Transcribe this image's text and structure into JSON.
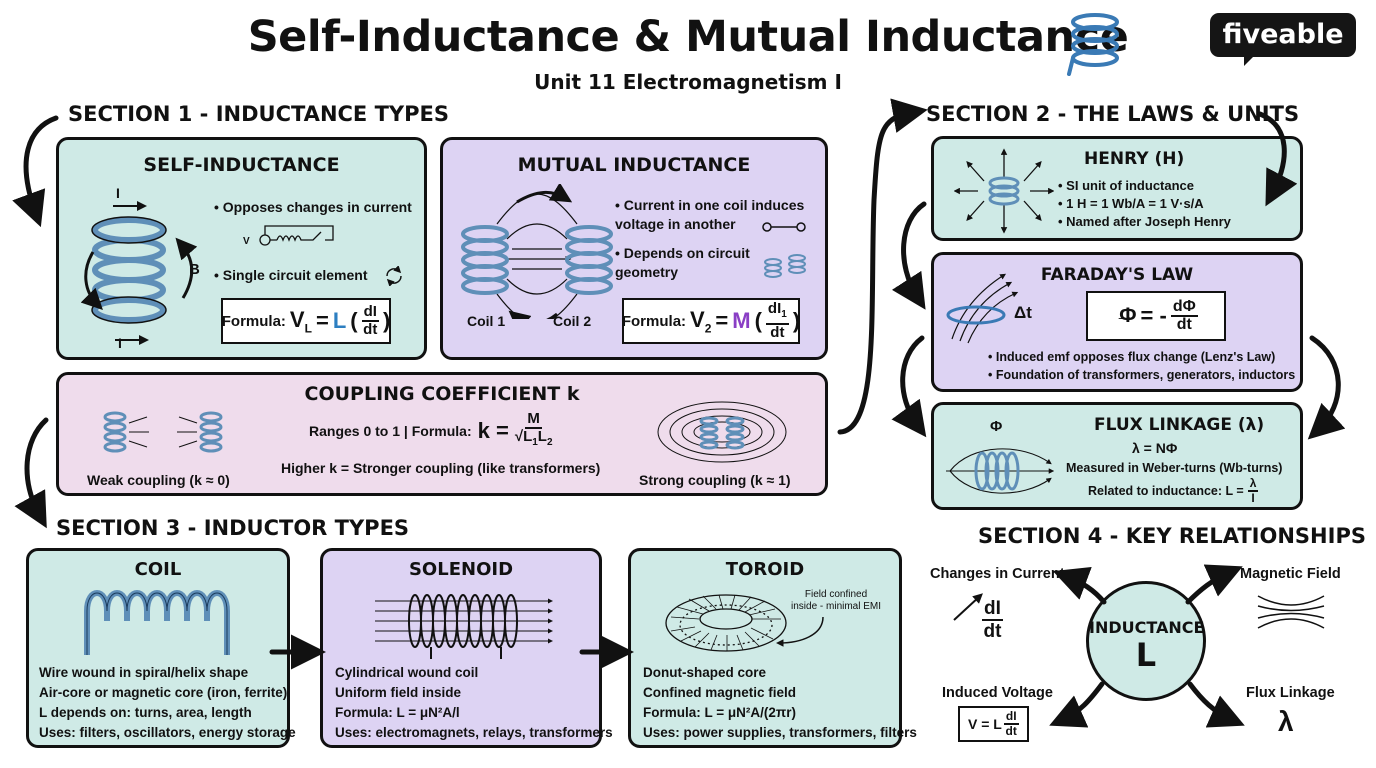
{
  "header": {
    "title": "Self-Inductance & Mutual Inductance",
    "subtitle": "Unit 11 Electromagnetism I",
    "brand": "fiveable"
  },
  "section1": {
    "heading": "SECTION 1 - INDUCTANCE TYPES",
    "self": {
      "title": "SELF-INDUCTANCE",
      "bullets": [
        "Opposes changes in current",
        "Single circuit element"
      ],
      "formula_label": "Formula:",
      "formula_lhs": "V",
      "formula_lhs_sub": "L",
      "formula_eq": "=",
      "formula_coef": "L",
      "formula_num": "dI",
      "formula_den": "dt",
      "diagram_labels": {
        "current_top": "I",
        "current_bottom": "I",
        "field": "B",
        "v": "V"
      }
    },
    "mutual": {
      "title": "MUTUAL INDUCTANCE",
      "bullets": [
        "Current in one coil induces voltage in another",
        "Depends on circuit geometry"
      ],
      "coil1": "Coil 1",
      "coil2": "Coil 2",
      "formula_label": "Formula:",
      "formula_lhs": "V",
      "formula_lhs_sub": "2",
      "formula_eq": "=",
      "formula_coef": "M",
      "formula_num": "dI",
      "formula_num_sub": "1",
      "formula_den": "dt"
    },
    "coupling": {
      "title": "COUPLING COEFFICIENT k",
      "range_text": "Ranges 0 to 1 | Formula:",
      "formula_lhs": "k =",
      "formula_num": "M",
      "formula_den": "L",
      "formula_den_sub1": "1",
      "formula_den_mid": "L",
      "formula_den_sub2": "2",
      "note": "Higher k = Stronger coupling (like transformers)",
      "weak": "Weak coupling (k ≈ 0)",
      "strong": "Strong coupling (k ≈ 1)"
    }
  },
  "section2": {
    "heading": "SECTION 2 - THE LAWS & UNITS",
    "henry": {
      "title": "HENRY (H)",
      "bullets": [
        "SI unit of inductance",
        "1 H = 1 Wb/A = 1 V·s/A",
        "Named after Joseph Henry"
      ]
    },
    "faraday": {
      "title": "FARADAY'S LAW",
      "dt_label": "Δt",
      "formula_lhs": "Φ",
      "formula_eq": "= -",
      "formula_num": "dΦ",
      "formula_den": "dt",
      "bullets": [
        "Induced emf opposes flux change (Lenz's Law)",
        "Foundation of transformers, generators, inductors"
      ]
    },
    "flux": {
      "title": "FLUX LINKAGE (λ)",
      "symbol": "Φ",
      "formula": "λ = NΦ",
      "measured": "Measured in Weber-turns (Wb-turns)",
      "related": "Related to inductance: L =",
      "related_num": "λ",
      "related_den": "I"
    }
  },
  "section3": {
    "heading": "SECTION 3 - INDUCTOR TYPES",
    "coil": {
      "title": "COIL",
      "lines": [
        "Wire wound in spiral/helix shape",
        "Air-core or magnetic core (iron, ferrite)",
        "L depends on: turns, area, length",
        "Uses: filters, oscillators, energy storage"
      ]
    },
    "solenoid": {
      "title": "SOLENOID",
      "lines": [
        "Cylindrical wound coil",
        "Uniform field inside",
        "Formula: L = μN²A/l",
        "Uses: electromagnets, relays, transformers"
      ]
    },
    "toroid": {
      "title": "TOROID",
      "callout": [
        "Field confined",
        "inside - minimal EMI"
      ],
      "lines": [
        "Donut-shaped core",
        "Confined magnetic field",
        "Formula: L = μN²A/(2πr)",
        "Uses: power supplies, transformers, filters"
      ]
    }
  },
  "section4": {
    "heading": "SECTION 4 - KEY RELATIONSHIPS",
    "center_label": "INDUCTANCE",
    "center_symbol": "L",
    "changes": "Changes in Current",
    "changes_num": "dI",
    "changes_den": "dt",
    "magnetic": "Magnetic Field",
    "induced": "Induced Voltage",
    "induced_formula": "V = L",
    "induced_num": "dI",
    "induced_den": "dt",
    "flux": "Flux Linkage",
    "flux_symbol": "λ"
  },
  "colors": {
    "teal": "#cfeae6",
    "purple": "#ddd3f3",
    "pink": "#efdcec",
    "coil_blue": "#5f8fb8",
    "accent_blue": "#2d7fc1",
    "accent_purple": "#8a3fc5"
  }
}
